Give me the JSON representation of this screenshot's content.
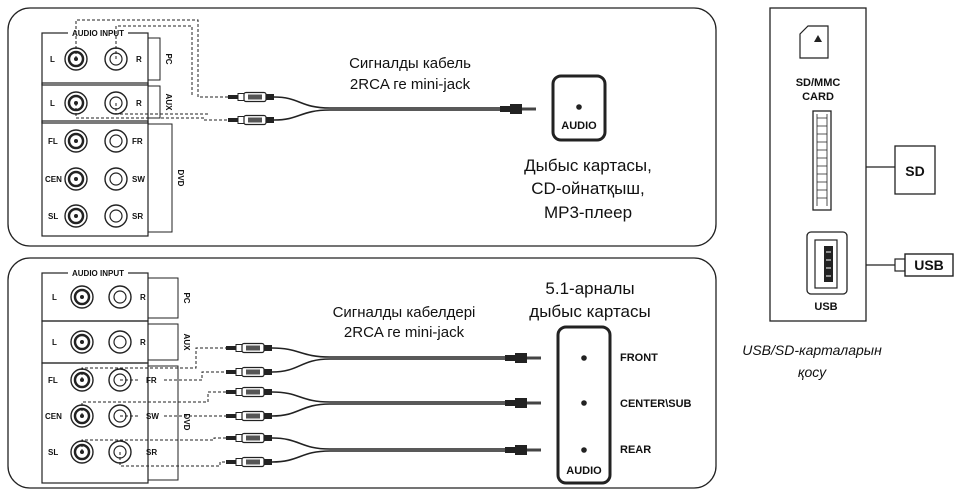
{
  "top_panel": {
    "audio_input_label": "AUDIO INPUT",
    "group_labels": {
      "pc": "PC",
      "aux": "AUX",
      "dvd": "DVD"
    },
    "jack_labels": {
      "l1": "L",
      "r1": "R",
      "l2": "L",
      "r2": "R",
      "fl": "FL",
      "fr": "FR",
      "cen": "CEN",
      "sw": "SW",
      "sl": "SL",
      "sr": "SR"
    },
    "cable_caption_line1": "Сигналды кабель",
    "cable_caption_line2": "2RCA ге mini-jack",
    "device_label": "AUDIO",
    "device_desc_line1": "Дыбыс картасы,",
    "device_desc_line2": "CD-ойнатқыш,",
    "device_desc_line3": "МР3-плеер"
  },
  "bottom_panel": {
    "audio_input_label": "AUDIO INPUT",
    "group_labels": {
      "pc": "PC",
      "aux": "AUX",
      "dvd": "DVD"
    },
    "jack_labels": {
      "l1": "L",
      "r1": "R",
      "l2": "L",
      "r2": "R",
      "fl": "FL",
      "fr": "FR",
      "cen": "CEN",
      "sw": "SW",
      "sl": "SL",
      "sr": "SR"
    },
    "cable_caption_line1": "Сигналды кабелдері",
    "cable_caption_line2": "2RCA ге mini-jack",
    "soundcard_title_line1": "5.1-арналы",
    "soundcard_title_line2": "дыбыс картасы",
    "outputs": {
      "front": "FRONT",
      "center": "CENTER\\SUB",
      "rear": "REAR"
    },
    "device_label": "AUDIO"
  },
  "side_panel": {
    "sd_mmc_line1": "SD/MMC",
    "sd_mmc_line2": "CARD",
    "sd_card_label": "SD",
    "usb_port_label": "USB",
    "usb_plug_label": "USB",
    "caption_line1": "USB/SD-карталарын",
    "caption_line2": "қосу"
  },
  "colors": {
    "stroke": "#222222",
    "background": "#ffffff"
  }
}
